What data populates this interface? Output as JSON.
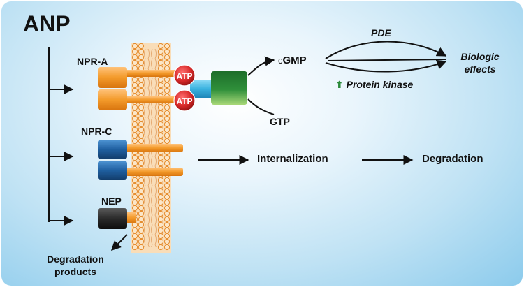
{
  "title": "ANP",
  "receptors": {
    "npr_a": "NPR-A",
    "npr_c": "NPR-C",
    "nep": "NEP"
  },
  "atp_badges": [
    "ATP",
    "ATP"
  ],
  "pathway": {
    "cgmp_prefix": "c",
    "cgmp_suffix": "GMP",
    "gtp": "GTP",
    "pde": "PDE",
    "biologic_effects": [
      "Biologic",
      "effects"
    ],
    "protein_kinase_arrow": "⬆",
    "protein_kinase": "Protein kinase",
    "internalization": "Internalization",
    "degradation": "Degradation",
    "degradation_products": [
      "Degradation",
      "products"
    ]
  },
  "colors": {
    "background_center": "#ffffff",
    "background_edge": "#8ccbec",
    "membrane": "#f3c99a",
    "npr_a_receptor": "#f39a2a",
    "atp_badge": "#d62828",
    "guanylyl_cyclase": "#2f8f3a",
    "cyclase_link": "#3bb3e0",
    "npr_c_receptor": "#1f5fa0",
    "nep_enzyme": "#2a2a2a",
    "up_arrow": "#2a8a3a"
  }
}
